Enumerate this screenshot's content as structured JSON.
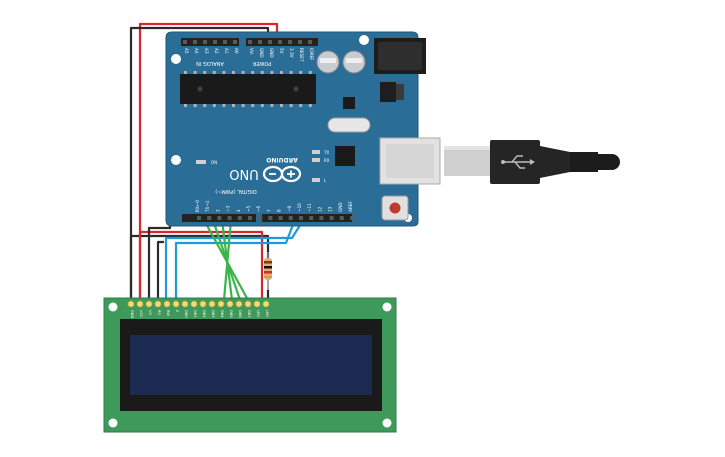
{
  "arduino": {
    "brand": "ARDUINO",
    "model": "UNO",
    "analog_header_label": "ANALOG IN",
    "power_header_label": "POWER",
    "digital_header_label": "DIGITAL (PWM~)",
    "analog_pins": [
      "A5",
      "A4",
      "A3",
      "A2",
      "A1",
      "A0"
    ],
    "power_pins": [
      "Vin",
      "GND",
      "GND",
      "5V",
      "3.3V",
      "RESET",
      "IOREF"
    ],
    "digital_pins": [
      "AREF",
      "GND",
      "13",
      "12",
      "~11",
      "~10",
      "~9",
      "8",
      "7",
      "~6",
      "~5",
      "4",
      "~3",
      "2",
      "TX→1",
      "RX←0"
    ],
    "led_on": "ON",
    "led_tx": "TX",
    "led_rx": "RX",
    "led_l": "L"
  },
  "lcd": {
    "pins": [
      "GND",
      "VCC",
      "V0",
      "RS",
      "RW",
      "E",
      "DB0",
      "DB1",
      "DB2",
      "DB3",
      "DB4",
      "DB5",
      "DB6",
      "DB7",
      "LED",
      "LED"
    ]
  },
  "colors": {
    "board": "#2a6d97",
    "board_edge": "#1f5878",
    "lcd_pcb": "#3d9a5a",
    "lcd_screen": "#1c2b52",
    "wire_red": "#d8262a",
    "wire_black": "#2b2b2b",
    "wire_blue": "#1e9ad6",
    "wire_green": "#39b54a"
  }
}
